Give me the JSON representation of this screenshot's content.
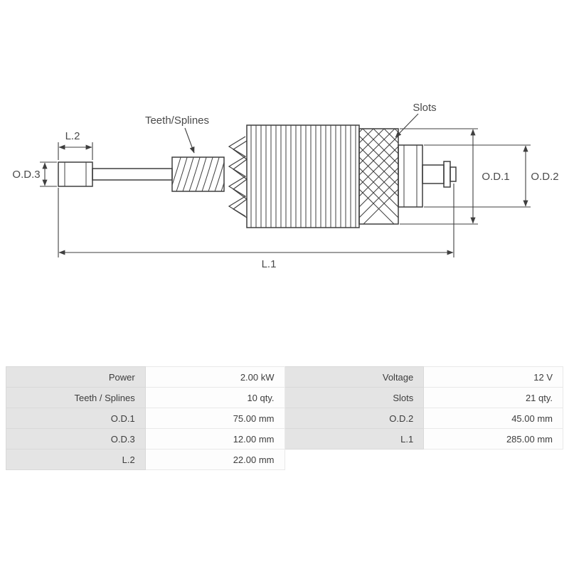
{
  "diagram": {
    "labels": {
      "teeth_splines": "Teeth/Splines",
      "slots": "Slots",
      "l2": "L.2",
      "od3": "O.D.3",
      "od1": "O.D.1",
      "od2": "O.D.2",
      "l1": "L.1"
    },
    "line_color": "#3f3f3f"
  },
  "table": {
    "rows": [
      {
        "label1": "Power",
        "value1": "2.00 kW",
        "label2": "Voltage",
        "value2": "12 V"
      },
      {
        "label1": "Teeth / Splines",
        "value1": "10 qty.",
        "label2": "Slots",
        "value2": "21 qty."
      },
      {
        "label1": "O.D.1",
        "value1": "75.00 mm",
        "label2": "O.D.2",
        "value2": "45.00 mm"
      },
      {
        "label1": "O.D.3",
        "value1": "12.00 mm",
        "label2": "L.1",
        "value2": "285.00 mm"
      },
      {
        "label1": "L.2",
        "value1": "22.00 mm",
        "label2": "",
        "value2": ""
      }
    ]
  }
}
